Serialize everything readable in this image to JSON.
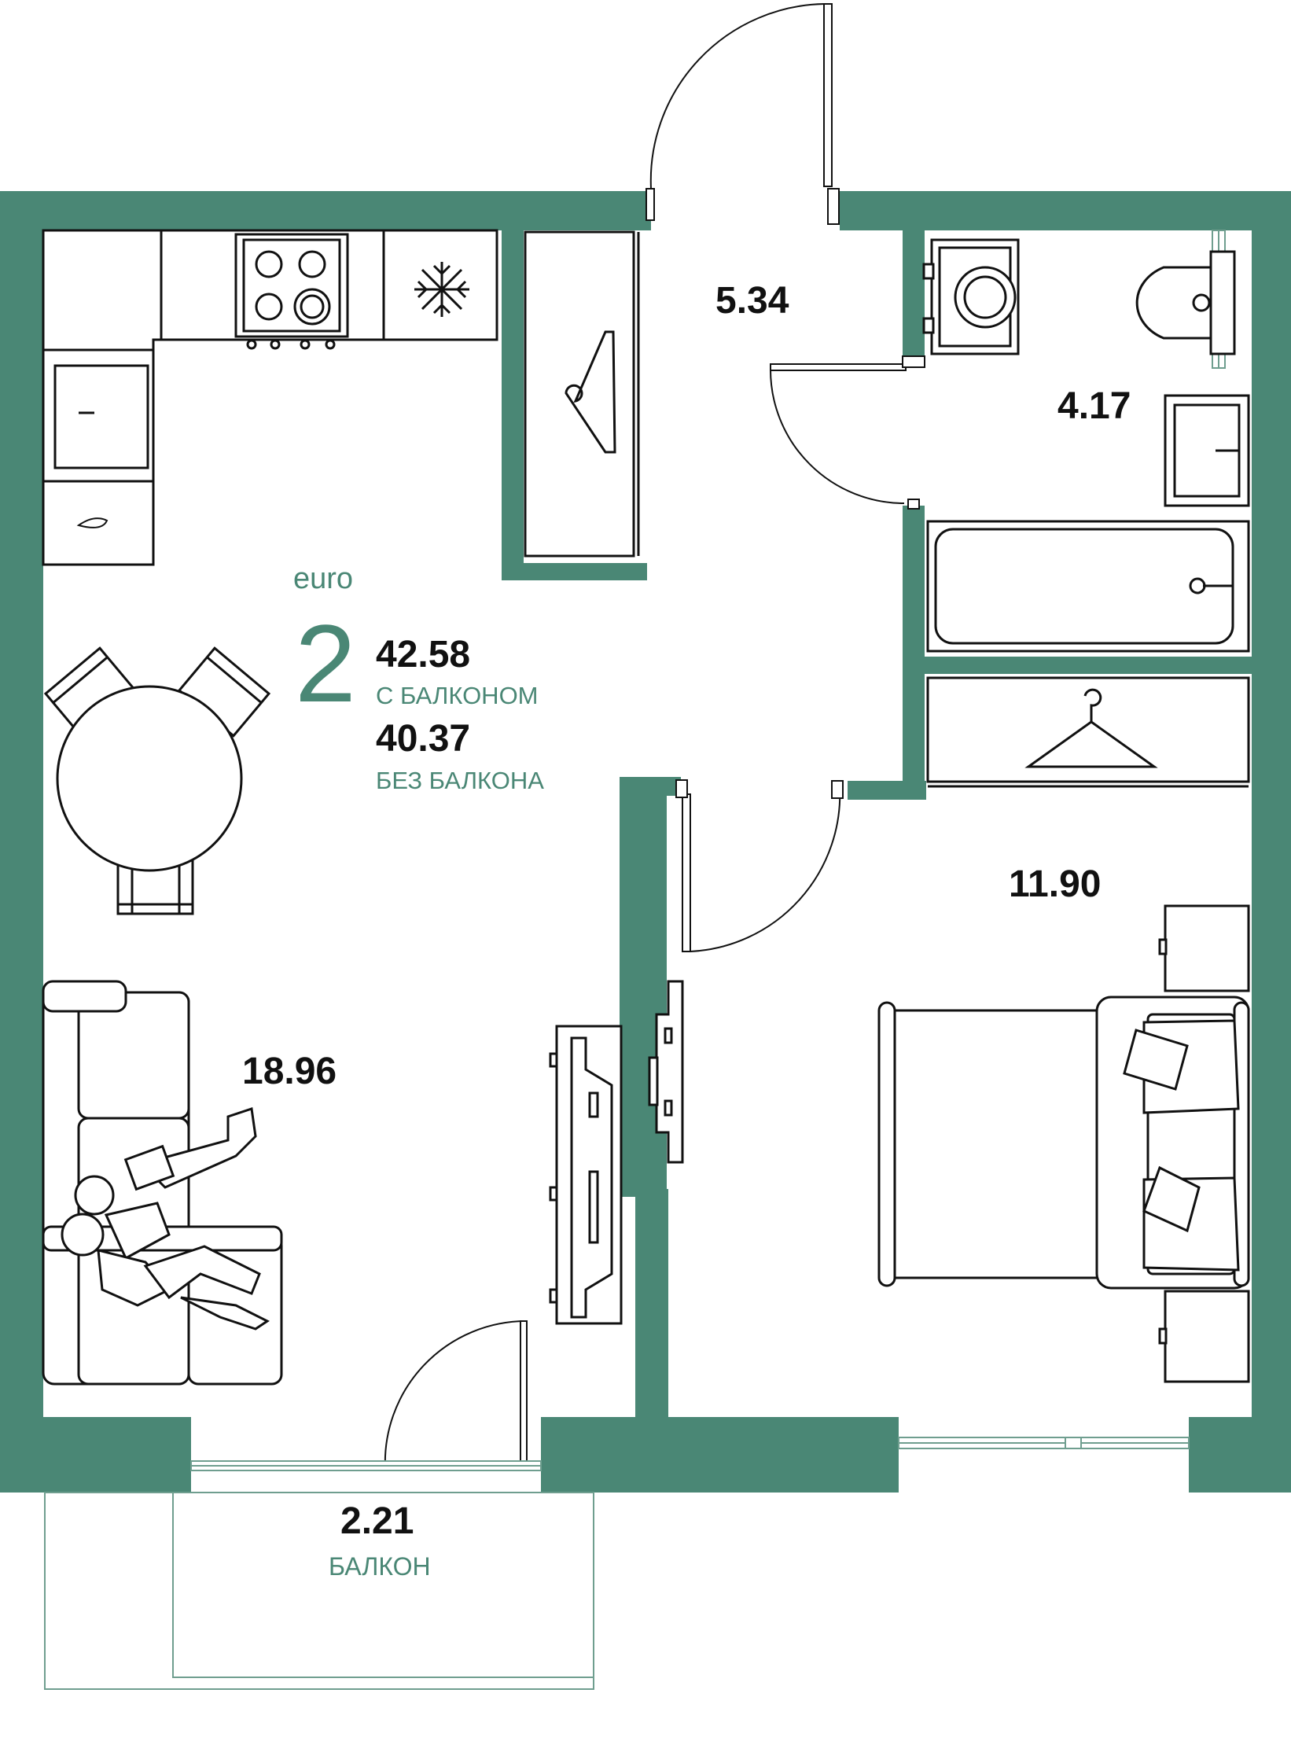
{
  "colors": {
    "wall": "#4a8775",
    "line": "#111111",
    "accent": "#4a8775",
    "thin": "#6f9e8f"
  },
  "info": {
    "type_label": "euro",
    "rooms_count": "2",
    "area_with_balcony": "42.58",
    "with_balcony_label": "С БАЛКОНОМ",
    "area_without_balcony": "40.37",
    "without_balcony_label": "БЕЗ БАЛКОНА"
  },
  "rooms": {
    "hall": {
      "area": "5.34"
    },
    "bathroom": {
      "area": "4.17"
    },
    "living_kitchen": {
      "area": "18.96"
    },
    "bedroom": {
      "area": "11.90"
    },
    "balcony": {
      "area": "2.21",
      "label": "БАЛКОН"
    }
  },
  "icons": {
    "fridge": "snowflake-icon",
    "wardrobe": "hanger-icon",
    "stove": "stove-icon",
    "washer": "washing-machine-icon",
    "toilet": "toilet-icon",
    "bath": "bathtub-icon"
  }
}
